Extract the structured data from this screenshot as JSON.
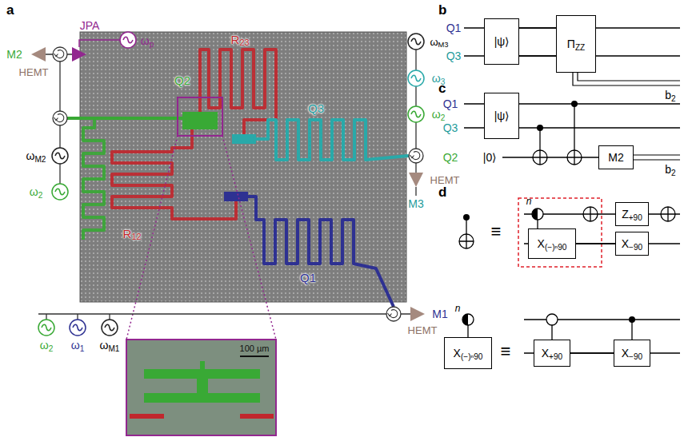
{
  "diagram": {
    "nodes": [
      {
        "text": [
          "|ψ⟩"
        ]
      },
      {
        "text": [
          "ΠZZ"
        ]
      },
      {
        "text": [
          "|ψ⟩"
        ]
      },
      {
        "text": [
          "M2"
        ]
      },
      {
        "text": [
          "X(−)ⁿ90"
        ]
      },
      {
        "text": [
          "Z+90"
        ]
      },
      {
        "text": [
          "X−90"
        ]
      },
      {
        "text": [
          "X(−)ⁿ90"
        ]
      },
      {
        "text": [
          "X+90"
        ]
      },
      {
        "text": [
          "X−90"
        ]
      }
    ],
    "edges": [
      {
        "from": 0,
        "to": 1,
        "arrow": "none"
      },
      {
        "from": 0,
        "to": 1,
        "arrow": "none"
      },
      {
        "from": 4,
        "to": 6,
        "arrow": "none"
      },
      {
        "from": 8,
        "to": 9,
        "arrow": "none"
      }
    ],
    "labels": [
      "a",
      "M2",
      "JPA",
      "ωp",
      "HEMT",
      "ωM2",
      "ω2",
      "ωM3",
      "ω3",
      "ω2",
      "HEMT",
      "M3",
      "Q2",
      "R23",
      "Q3",
      "R12",
      "Q1",
      "ω2",
      "ω1",
      "ωM1",
      "HEMT",
      "M1",
      "100 µm",
      "b",
      "Q1",
      "Q3",
      "b2",
      "c",
      "Q1",
      "Q3",
      "Q2",
      "|0⟩",
      "b2",
      "d",
      "≡",
      "n",
      "≡",
      "n"
    ]
  }
}
